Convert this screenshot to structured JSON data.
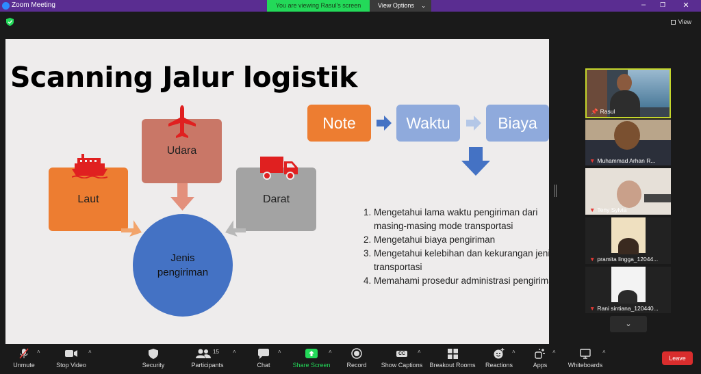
{
  "window": {
    "title": "Zoom Meeting"
  },
  "banner": {
    "viewing": "You are viewing Rasul's screen",
    "view_options": "View Options"
  },
  "top": {
    "view": "View"
  },
  "slide": {
    "title": "Scanning Jalur logistik",
    "boxes": {
      "laut": "Laut",
      "udara": "Udara",
      "darat": "Darat"
    },
    "circle": {
      "line1": "Jenis",
      "line2": "pengiriman"
    },
    "flow": {
      "note": "Note",
      "waktu": "Waktu",
      "biaya": "Biaya"
    },
    "list": [
      "Mengetahui lama waktu pengiriman dari masing-masing mode transportasi",
      "Mengetahui biaya pengiriman",
      "Mengetahui kelebihan dan kekurangan jenis transportasi",
      "Memahami prosedur administrasi pengiriman"
    ],
    "colors": {
      "orange": "#ed7d31",
      "blue": "#4472c4",
      "light_blue": "#8faadc",
      "red": "#e02020"
    }
  },
  "participants_gallery": [
    {
      "name": "Rasul",
      "active": true
    },
    {
      "name": "Muhammad Arhan R..."
    },
    {
      "name": "Teny Sylvia"
    },
    {
      "name": "pramita lingga_12044..."
    },
    {
      "name": "Rani sintiana_120440..."
    }
  ],
  "toolbar": {
    "unmute": "Unmute",
    "stop_video": "Stop Video",
    "security": "Security",
    "participants": "Participants",
    "participants_count": "15",
    "chat": "Chat",
    "share_screen": "Share Screen",
    "record": "Record",
    "show_captions": "Show Captions",
    "cc": "CC",
    "breakout_rooms": "Breakout Rooms",
    "reactions": "Reactions",
    "apps": "Apps",
    "whiteboards": "Whiteboards",
    "leave": "Leave"
  }
}
